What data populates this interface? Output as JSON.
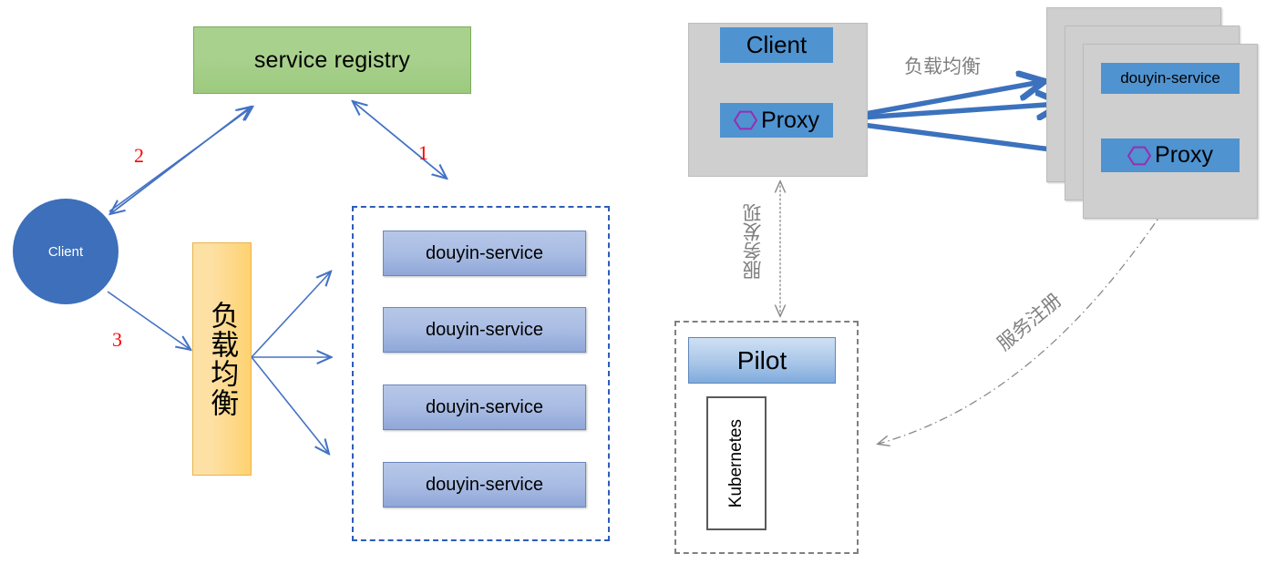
{
  "left_diagram": {
    "registry": {
      "label": "service registry"
    },
    "client": {
      "label": "Client"
    },
    "load_balancer": {
      "label": "负载均衡"
    },
    "step_labels": [
      {
        "id": "1",
        "text": "1"
      },
      {
        "id": "2",
        "text": "2"
      },
      {
        "id": "3",
        "text": "3"
      }
    ],
    "service_group": {
      "services": [
        {
          "label": "douyin-service"
        },
        {
          "label": "douyin-service"
        },
        {
          "label": "douyin-service"
        },
        {
          "label": "douyin-service"
        }
      ]
    }
  },
  "right_diagram": {
    "client_pod": {
      "app": {
        "label": "Client"
      },
      "proxy": {
        "label": "Proxy"
      }
    },
    "service_pod": {
      "app": {
        "label": "douyin-service"
      },
      "proxy": {
        "label": "Proxy"
      }
    },
    "control_plane": {
      "pilot": {
        "label": "Pilot"
      },
      "platform": {
        "label": "Kubernetes"
      }
    },
    "edge_labels": {
      "load_balance": "负载均衡",
      "service_discovery": "服务发现",
      "service_registration": "服务注册"
    }
  },
  "colors": {
    "registry_green": "#a9d18e",
    "client_blue": "#3d6fba",
    "lb_orange": "#ffd271",
    "service_blue": "#a9bce3",
    "dashed_border_blue": "#2e5cb8",
    "gray_panel": "#cfcfcf",
    "chip_blue": "#4f93d1",
    "hexagon_purple": "#9c2bb0",
    "arrow_blue": "#4472c4",
    "thick_arrow_blue": "#3c72bd",
    "red_number": "#ff0000",
    "gray_label": "#808080",
    "pilot_blue": "#a9c6e8"
  }
}
